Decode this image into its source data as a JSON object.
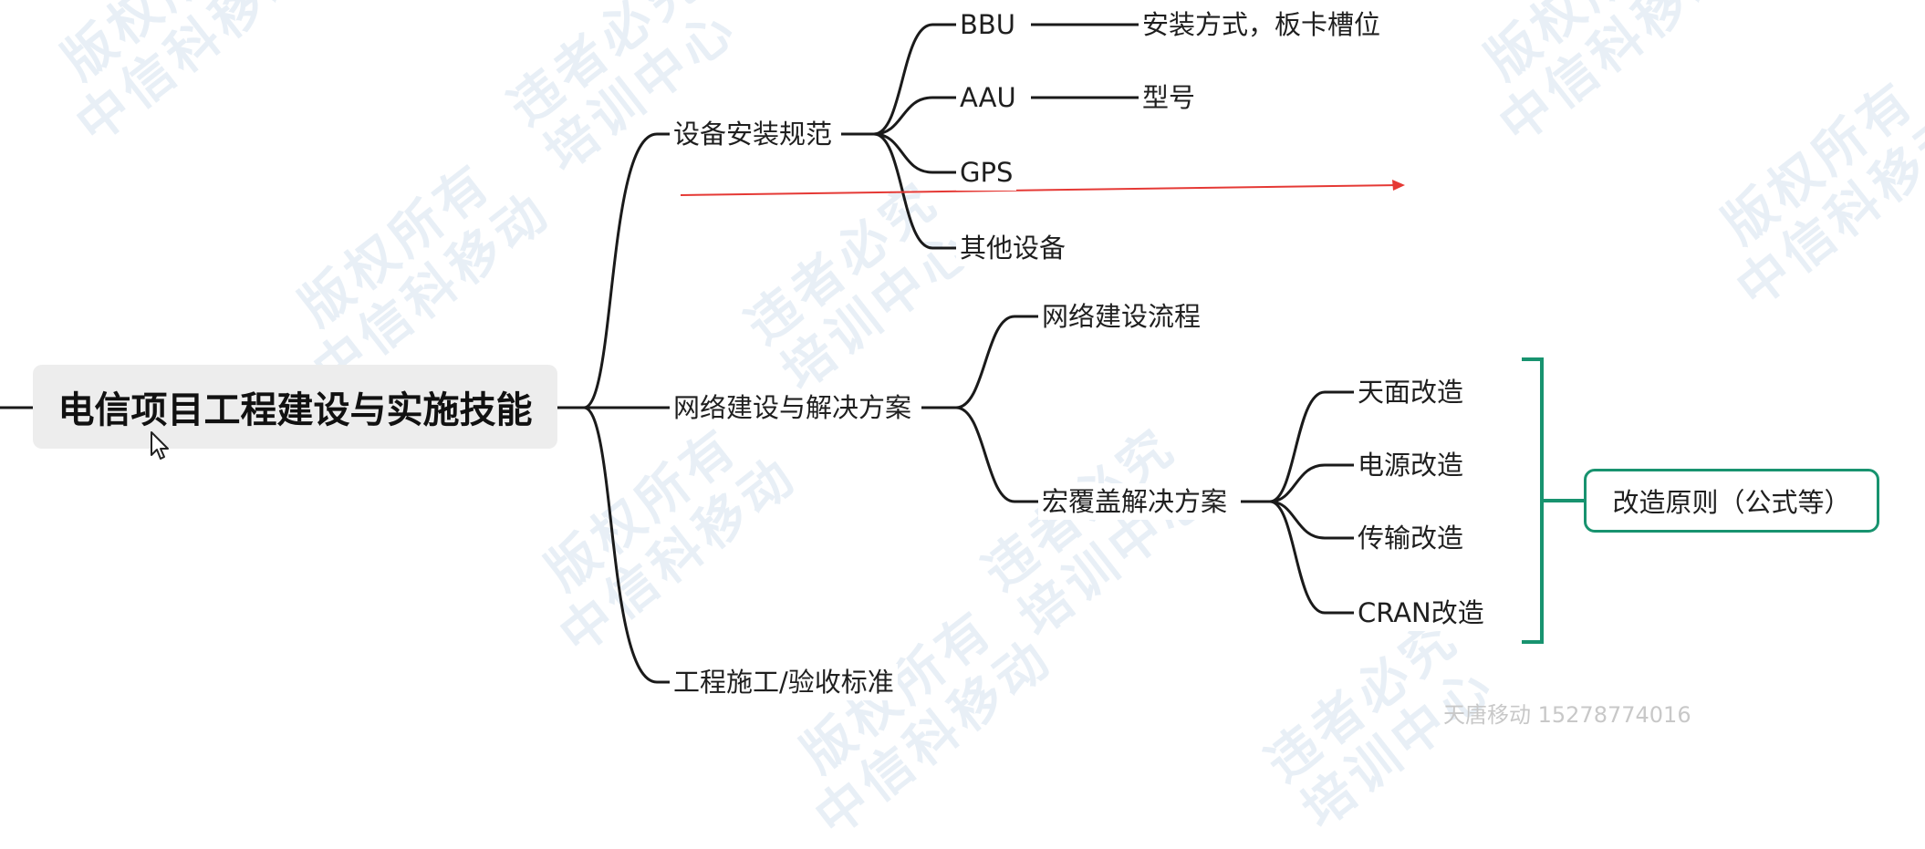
{
  "diagram": {
    "root": "电信项目工程建设与实施技能",
    "branches": [
      {
        "label": "设备安装规范",
        "children": [
          {
            "label": "BBU",
            "detail": "安装方式，板卡槽位"
          },
          {
            "label": "AAU",
            "detail": "型号"
          },
          {
            "label": "GPS"
          },
          {
            "label": "其他设备"
          }
        ]
      },
      {
        "label": "网络建设与解决方案",
        "children": [
          {
            "label": "网络建设流程"
          },
          {
            "label": "宏覆盖解决方案",
            "children": [
              {
                "label": "天面改造"
              },
              {
                "label": "电源改造"
              },
              {
                "label": "传输改造"
              },
              {
                "label": "CRAN改造"
              }
            ]
          }
        ]
      },
      {
        "label": "工程施工/验收标准"
      }
    ],
    "summary": "改造原则（公式等）"
  },
  "watermarks": [
    "版权所有\n中信科移动",
    "违者必究\n培训中心"
  ],
  "footer_note": "天唐移动 15278774016",
  "colors": {
    "line": "#1a1a1a",
    "summary_border": "#18936f",
    "annotation_arrow": "#e53935",
    "root_bg": "#ededed",
    "watermark": "#d6e3ef"
  }
}
